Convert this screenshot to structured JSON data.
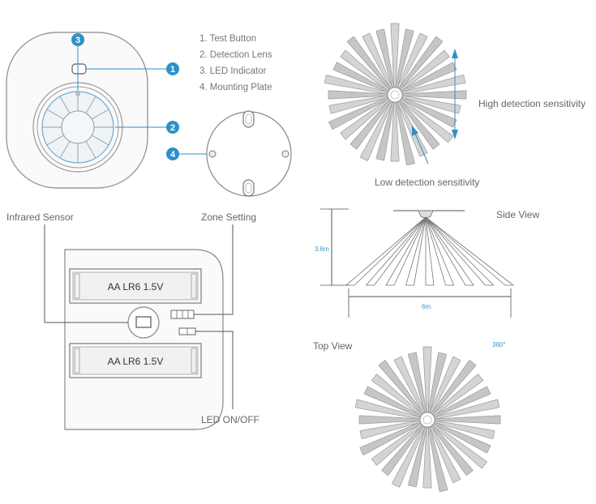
{
  "legend": {
    "items": [
      "1. Test Button",
      "2. Detection Lens",
      "3. LED Indicator",
      "4. Mounting Plate"
    ]
  },
  "badges": {
    "one": "1",
    "two": "2",
    "three": "3",
    "four": "4"
  },
  "labels": {
    "infrared_sensor": "Infrared Sensor",
    "zone_setting": "Zone Setting",
    "led_onoff": "LED ON/OFF",
    "battery_top": "AA LR6 1.5V",
    "battery_bottom": "AA LR6 1.5V",
    "high_sensitivity": "High detection sensitivity",
    "low_sensitivity": "Low detection sensitivity",
    "side_view": "Side View",
    "height": "3.6m",
    "width": "6m",
    "top_view": "Top View",
    "angle": "360°"
  },
  "colors": {
    "accent": "#2f8fc7",
    "line": "#555555",
    "beam": "#cfcfcf",
    "outline": "#888888"
  }
}
